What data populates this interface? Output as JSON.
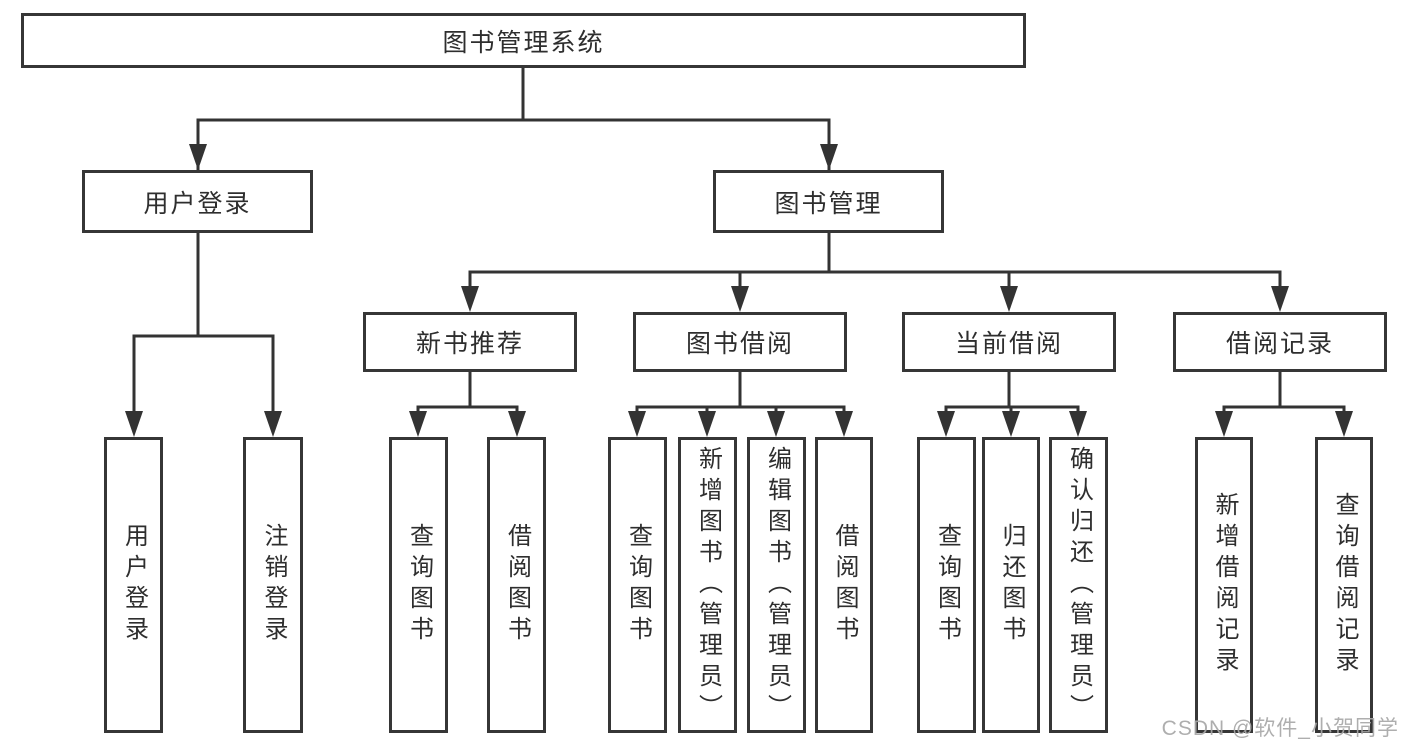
{
  "nodes": {
    "root": "图书管理系统",
    "level2": [
      "用户登录",
      "图书管理"
    ],
    "level3": [
      "新书推荐",
      "图书借阅",
      "当前借阅",
      "借阅记录"
    ],
    "user_login_children": [
      "用户登录",
      "注销登录"
    ],
    "new_books_children": [
      "查询图书",
      "借阅图书"
    ],
    "book_borrow_children": [
      "查询图书",
      "新增图书（管理员）",
      "编辑图书（管理员）",
      "借阅图书"
    ],
    "current_borrow_children": [
      "查询图书",
      "归还图书",
      "确认归还（管理员）"
    ],
    "borrow_records_children": [
      "新增借阅记录",
      "查询借阅记录"
    ]
  },
  "watermark": "CSDN @软件_小贺同学",
  "colors": {
    "line": "#333333",
    "border": "#363636",
    "text": "#2e2e2e",
    "watermark": "#a8a8a8",
    "background": "#ffffff"
  }
}
